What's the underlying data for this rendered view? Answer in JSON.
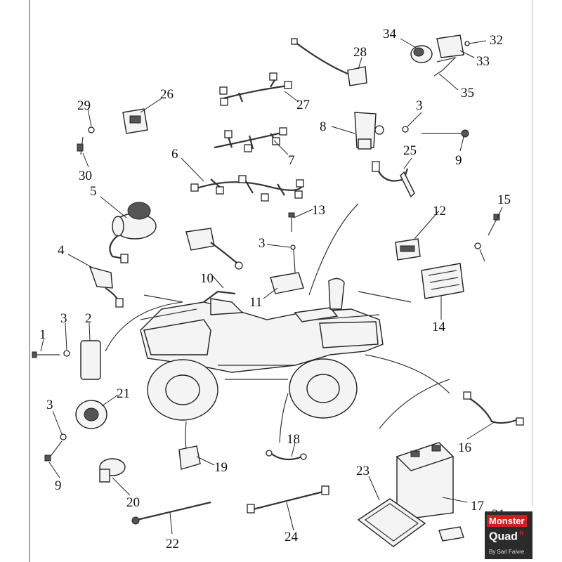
{
  "diagram": {
    "callouts": [
      "1",
      "2",
      "3",
      "3",
      "3",
      "3",
      "4",
      "5",
      "6",
      "7",
      "8",
      "9",
      "9",
      "10",
      "11",
      "12",
      "13",
      "14",
      "15",
      "16",
      "17",
      "18",
      "19",
      "20",
      "21",
      "21",
      "22",
      "23",
      "24",
      "25",
      "26",
      "27",
      "28",
      "29",
      "30",
      "32",
      "33",
      "34",
      "35"
    ]
  },
  "logo": {
    "line1": "Monster",
    "line2": "Quad",
    "suffix": ".fr",
    "tagline": "By Sarl Faivre"
  }
}
